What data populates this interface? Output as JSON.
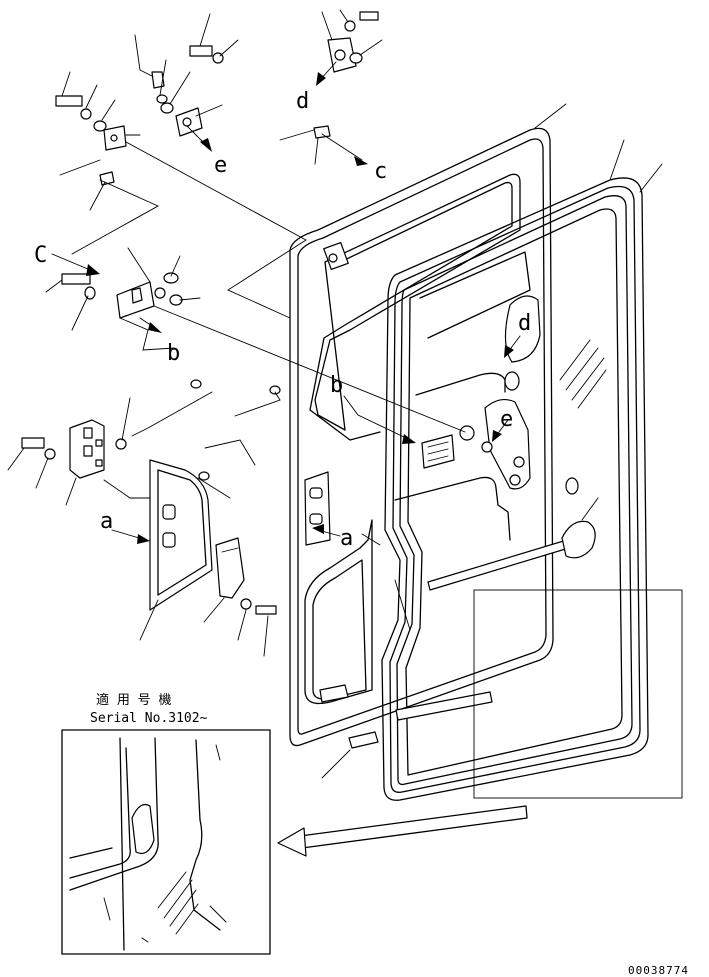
{
  "callout_labels": {
    "a_left": "a",
    "a_door": "a",
    "b_left": "b",
    "b_door": "b",
    "c_left": "C",
    "c_top": "c",
    "d_top": "d",
    "d_door": "d",
    "e_top": "e",
    "e_door": "e"
  },
  "inset": {
    "applicability_line1": "適 用 号 機",
    "applicability_line2": "Serial No.3102~"
  },
  "drawing_code": "00038774"
}
